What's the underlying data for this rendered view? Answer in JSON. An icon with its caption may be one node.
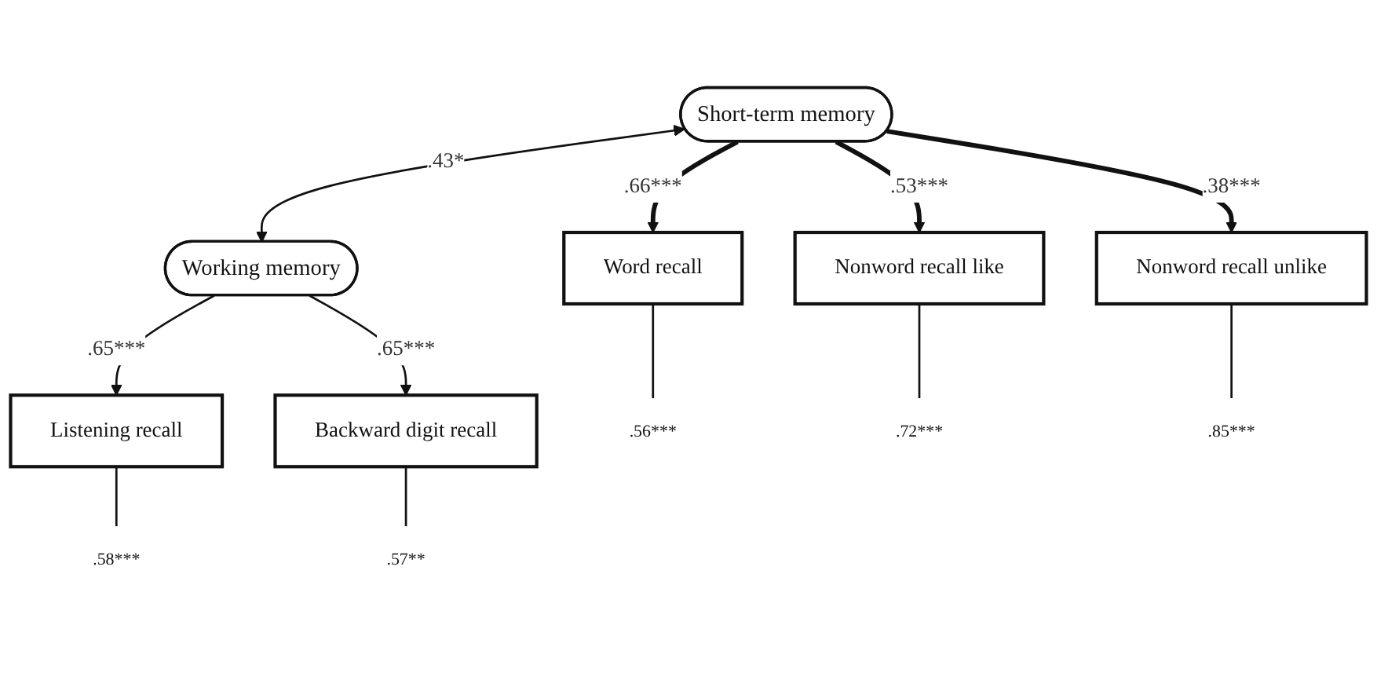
{
  "diagram": {
    "nodes": [
      {
        "text": [
          "Short-term memory"
        ]
      },
      {
        "text": [
          "Working memory"
        ]
      },
      {
        "text": [
          "Word recall"
        ]
      },
      {
        "text": [
          "Nonword recall like"
        ]
      },
      {
        "text": [
          "Nonword recall unlike"
        ]
      },
      {
        "text": [
          "Listening recall"
        ]
      },
      {
        "text": [
          "Backward digit recall"
        ]
      },
      {
        "text": [
          ".56***"
        ]
      },
      {
        "text": [
          ".72***"
        ]
      },
      {
        "text": [
          ".85***"
        ]
      },
      {
        "text": [
          ".58***"
        ]
      },
      {
        "text": [
          ".57**"
        ]
      }
    ],
    "edges": [
      {
        "from": 0,
        "to": 1,
        "arrow": "both",
        "label": ".43*"
      },
      {
        "from": 0,
        "to": 2,
        "arrow": "to",
        "label": ".66***",
        "style": "thick"
      },
      {
        "from": 0,
        "to": 3,
        "arrow": "to",
        "label": ".53***",
        "style": "thick"
      },
      {
        "from": 0,
        "to": 4,
        "arrow": "to",
        "label": ".38***",
        "style": "thick"
      },
      {
        "from": 1,
        "to": 5,
        "arrow": "to",
        "label": ".65***"
      },
      {
        "from": 1,
        "to": 6,
        "arrow": "to",
        "label": ".65***"
      },
      {
        "from": 2,
        "to": 7,
        "arrow": "none"
      },
      {
        "from": 3,
        "to": 8,
        "arrow": "none"
      },
      {
        "from": 4,
        "to": 9,
        "arrow": "none"
      },
      {
        "from": 5,
        "to": 10,
        "arrow": "none"
      },
      {
        "from": 6,
        "to": 11,
        "arrow": "none"
      }
    ]
  }
}
